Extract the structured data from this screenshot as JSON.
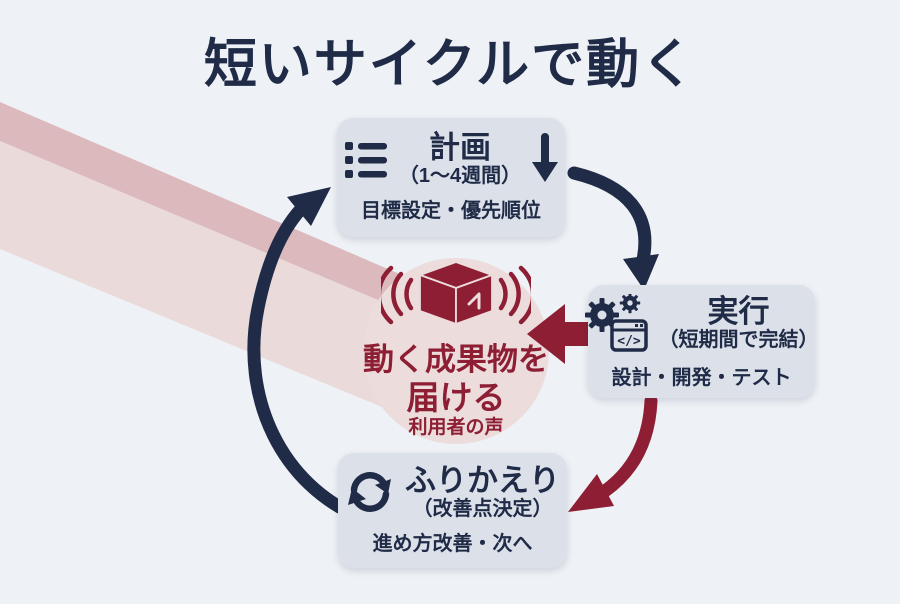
{
  "title": "短いサイクルで動く",
  "cycle": {
    "plan": {
      "icon": "list-icon",
      "title": "計画",
      "subtitle": "（1〜4週間）",
      "detail": "目標設定・優先順位"
    },
    "do": {
      "icon": "gears-code-icon",
      "title": "実行",
      "subtitle": "（短期間で完結）",
      "detail": "設計・開発・テスト",
      "code_glyph": "</>"
    },
    "retro": {
      "icon": "refresh-icon",
      "title": "ふりかえり",
      "subtitle": "（改善点決定）",
      "detail": "進め方改善・次へ"
    }
  },
  "center": {
    "icon": "package-broadcast-icon",
    "line1": "動く成果物を",
    "line2": "届ける",
    "caption": "利用者の声"
  },
  "colors": {
    "background": "#eef1f5",
    "navy": "#1f2b47",
    "red": "#8e1e33",
    "node_background": "#dce1e9",
    "spotlight_band": "#ebdada",
    "spotlight_band_edge": "#dcb9bd",
    "center_circle": "#ecdcdc"
  }
}
